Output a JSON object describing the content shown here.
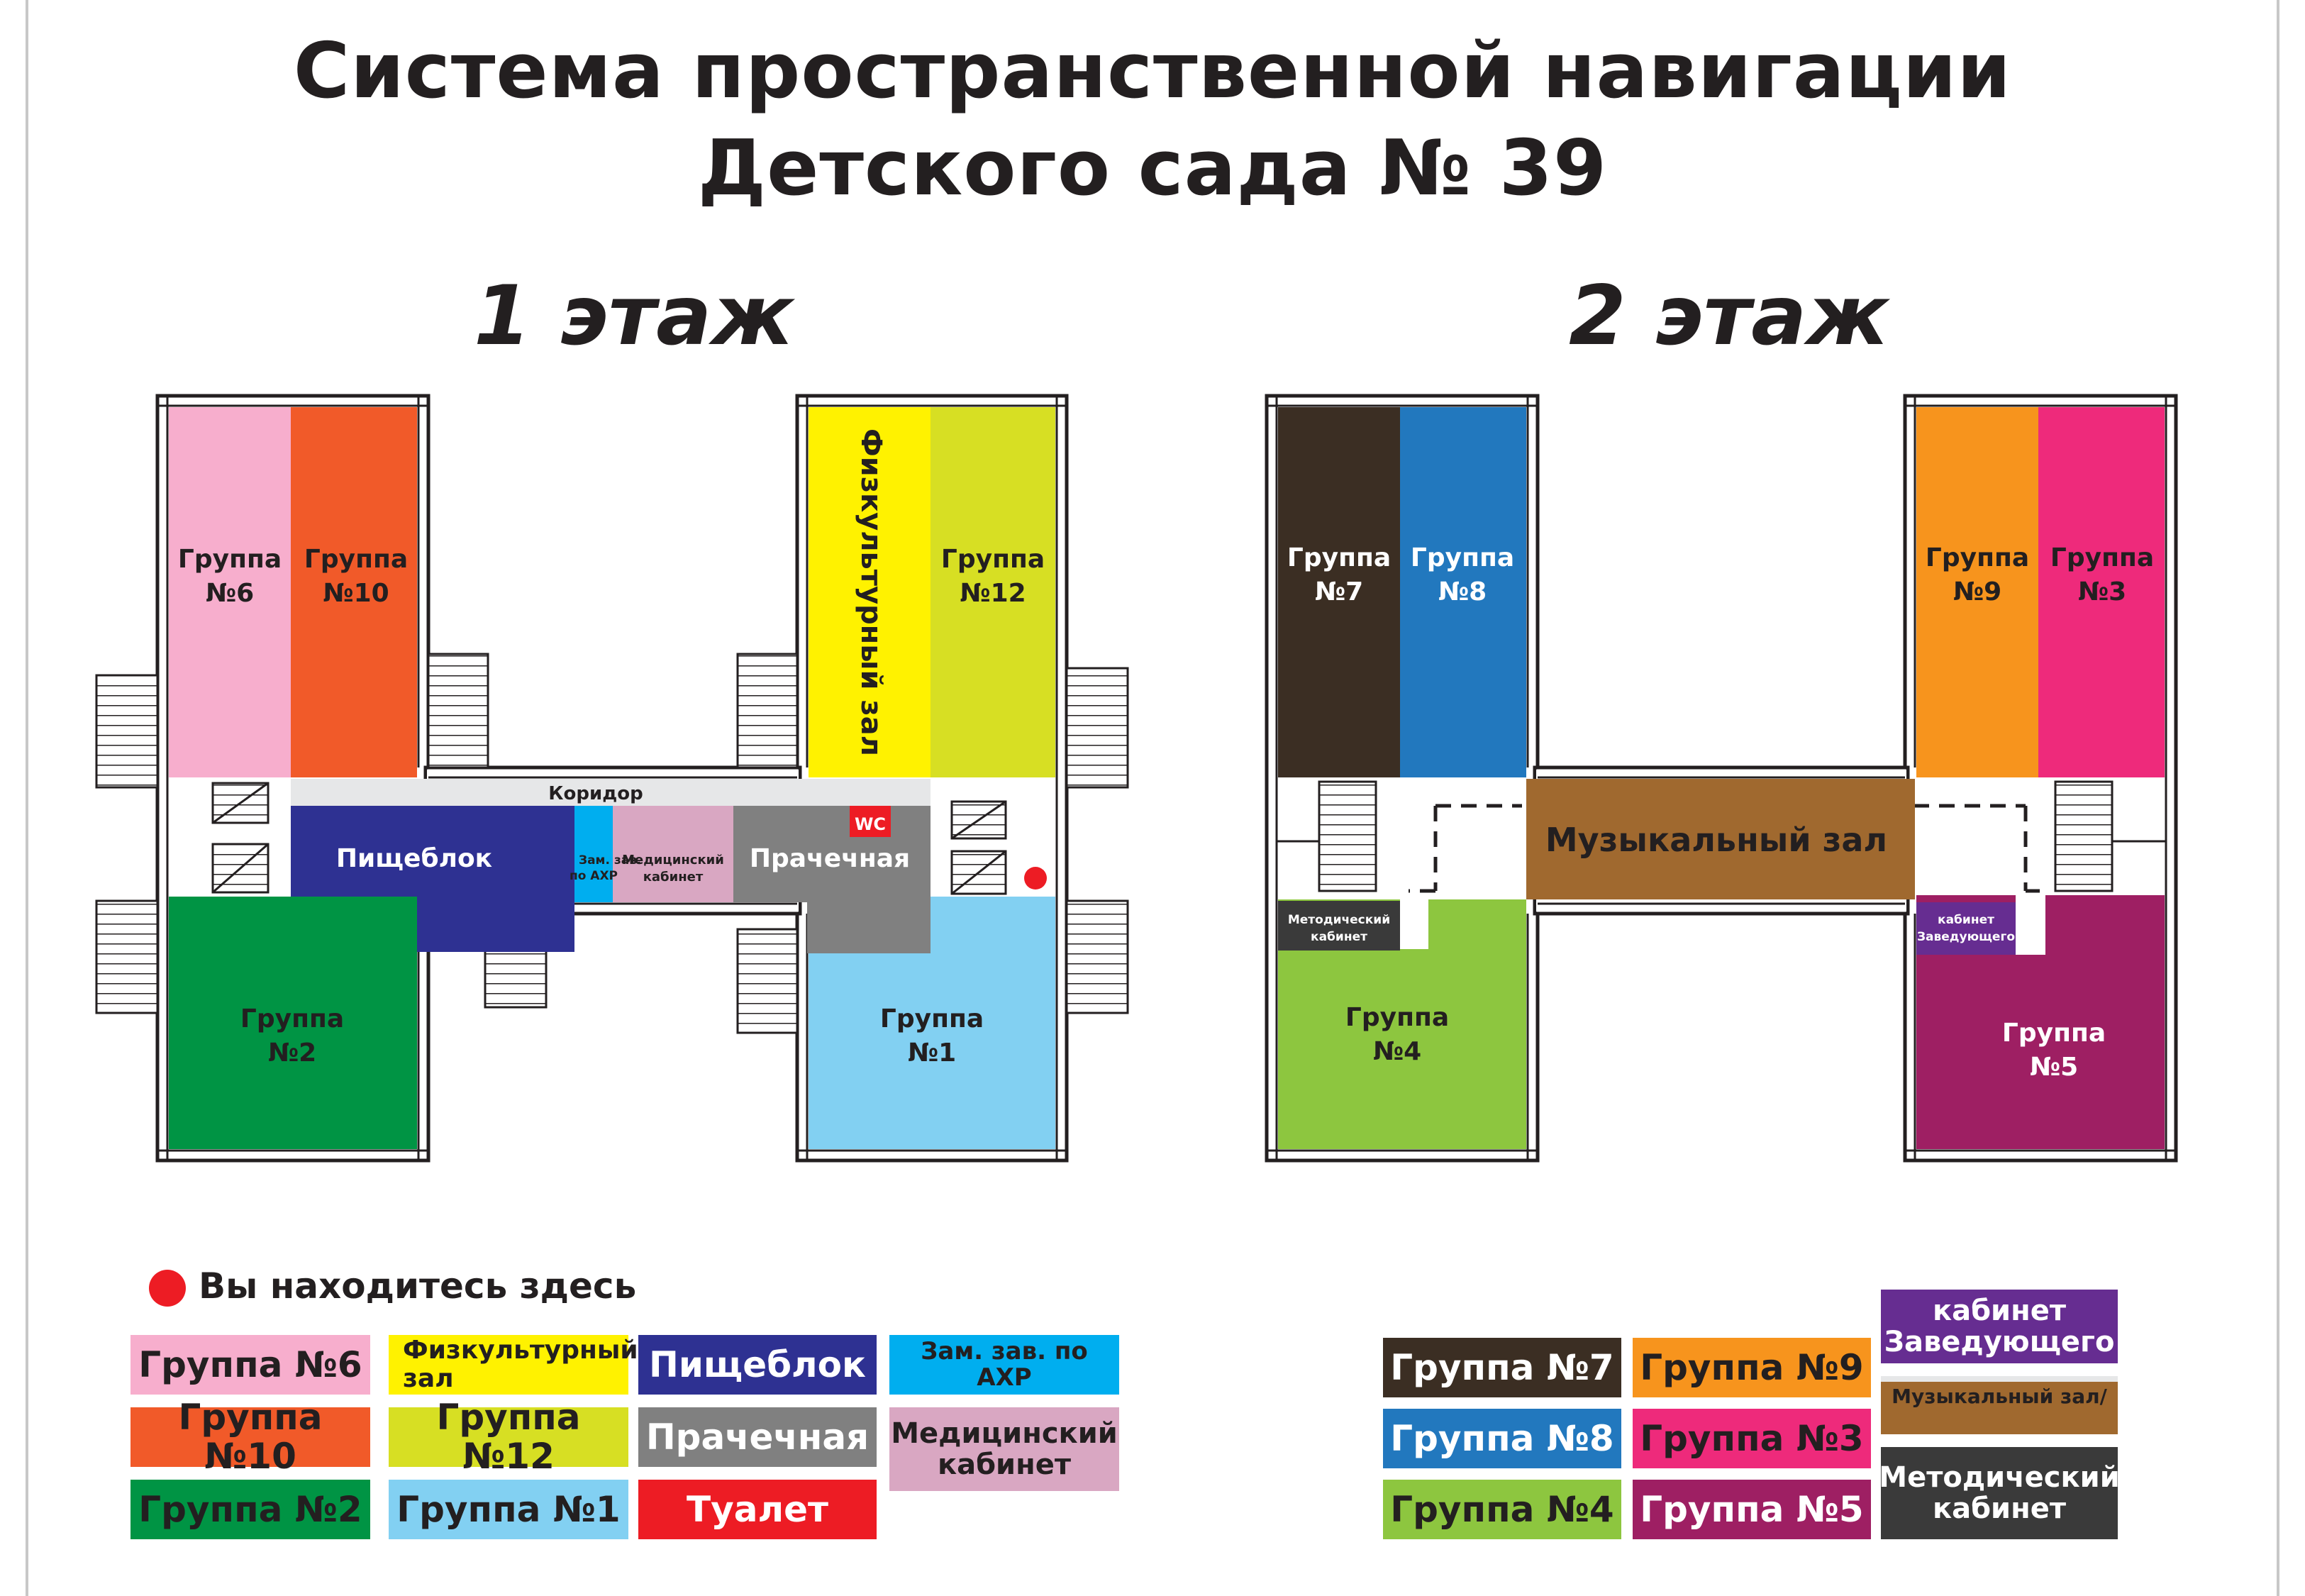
{
  "title": {
    "line1": "Система пространственной навигации",
    "line2": "Детского сада № 39"
  },
  "floors": {
    "f1": "1 этаж",
    "f2": "2 этаж"
  },
  "rooms1": {
    "g6": [
      "Группа",
      "№6"
    ],
    "g10": [
      "Группа",
      "№10"
    ],
    "g12": [
      "Группа",
      "№12"
    ],
    "gym": "Физкультурный зал",
    "corridor": "Коридор",
    "kitchen": "Пищеблок",
    "zam": [
      "Зам. зав.",
      "по АХР"
    ],
    "med": [
      "Медицинский",
      "кабинет"
    ],
    "laundry": "Прачечная",
    "wc": "WC",
    "g2": [
      "Группа",
      "№2"
    ],
    "g1": [
      "Группа",
      "№1"
    ]
  },
  "rooms2": {
    "g7": [
      "Группа",
      "№7"
    ],
    "g8": [
      "Группа",
      "№8"
    ],
    "g9": [
      "Группа",
      "№9"
    ],
    "g3": [
      "Группа",
      "№3"
    ],
    "music": "Музыкальный зал",
    "metod": [
      "Методический",
      "кабинет"
    ],
    "head": [
      "кабинет",
      "Заведующего"
    ],
    "g4": [
      "Группа",
      "№4"
    ],
    "g5": [
      "Группа",
      "№5"
    ]
  },
  "legend": {
    "you_are_here": "Вы находитесь здесь",
    "items": {
      "g6": "Группа №6",
      "gym": "Физкультурный зал",
      "kitchen": "Пищеблок",
      "zam": "Зам. зав. по АХР",
      "g10": "Группа №10",
      "g12": "Группа №12",
      "laundry": "Прачечная",
      "med": "Медицинский кабинет",
      "g2": "Группа №2",
      "g1": "Группа №1",
      "toilet": "Туалет",
      "g7": "Группа №7",
      "g9": "Группа №9",
      "head": "кабинет Заведующего",
      "g8": "Группа №8",
      "g3": "Группа №3",
      "music": "Музыкальный зал/",
      "g4": "Группа №4",
      "g5": "Группа №5",
      "metod": "Методический кабинет"
    }
  },
  "colors": {
    "g6": "#f7aecd",
    "g10": "#f15a29",
    "g12": "#d7df23",
    "gym": "#fff200",
    "kitchen": "#2e3192",
    "zam": "#00aeef",
    "med": "#d9a7c2",
    "laundry": "#808080",
    "toilet": "#ed1c24",
    "g2": "#009444",
    "g1": "#82d0f2",
    "g7": "#3b2e23",
    "g8": "#2278be",
    "g9": "#f7941d",
    "g3": "#ee2a7b",
    "music": "#a0692f",
    "metod": "#3a3a3a",
    "head": "#662d91",
    "g4": "#8dc63f",
    "g5": "#9e1f63",
    "corridor": "#e6e7e8",
    "here": "#ed1c24"
  }
}
